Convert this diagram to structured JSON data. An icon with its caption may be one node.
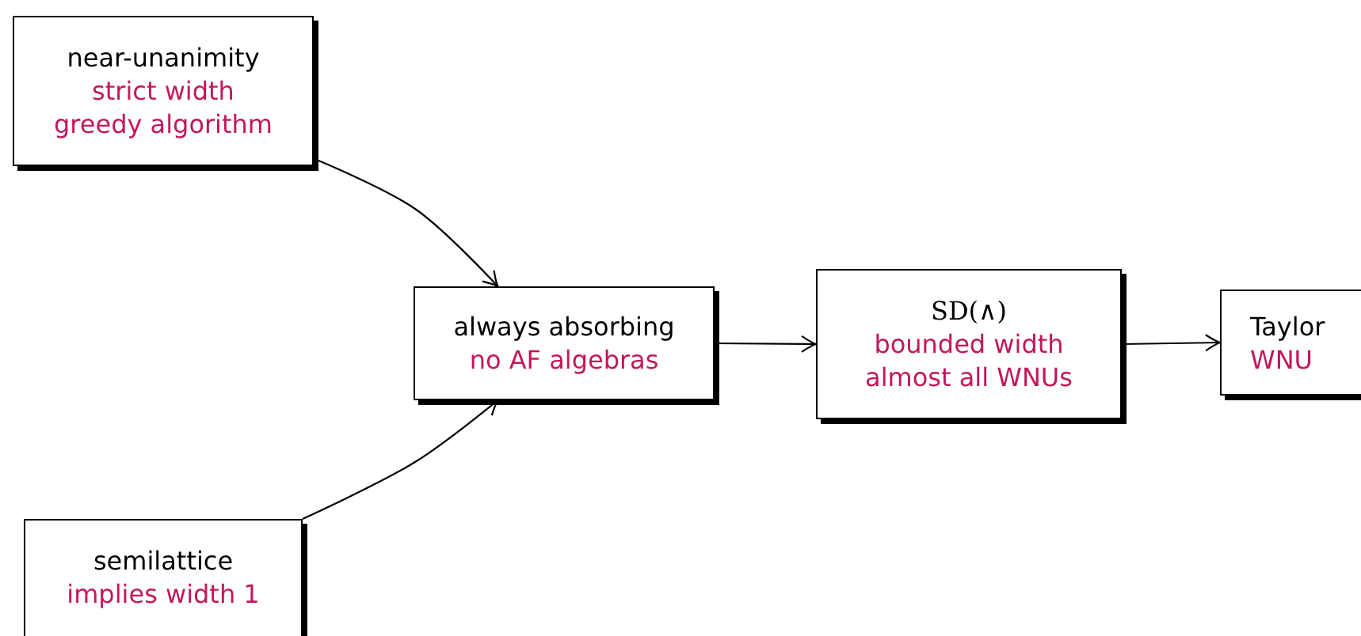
{
  "diagram": {
    "nodes": [
      {
        "text": [
          "near-unanimity",
          "strict width",
          "greedy algorithm"
        ]
      },
      {
        "text": [
          "semilattice",
          "implies width 1"
        ]
      },
      {
        "text": [
          "always absorbing",
          "no AF algebras"
        ]
      },
      {
        "text": [
          "SD(∧)",
          "bounded width",
          "almost all WNUs"
        ]
      },
      {
        "text": [
          "Taylor",
          "WNU"
        ]
      }
    ],
    "edges": [
      {
        "from": 0,
        "to": 2,
        "arrow": "to"
      },
      {
        "from": 1,
        "to": 2,
        "arrow": "to"
      },
      {
        "from": 2,
        "to": 3,
        "arrow": "to"
      },
      {
        "from": 3,
        "to": 4,
        "arrow": "to"
      }
    ]
  }
}
